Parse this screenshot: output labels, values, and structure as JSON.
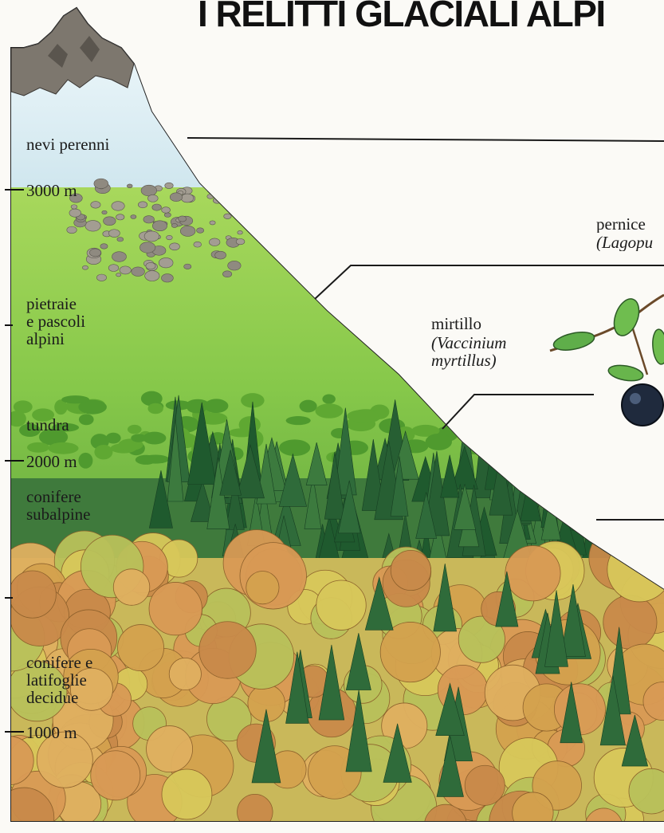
{
  "title": "I RELITTI GLACIALI ALPI",
  "zones": {
    "snow": "nevi perenni",
    "alt3000": "3000 m",
    "rocks": "pietraie\ne pascoli\nalpini",
    "tundra": "tundra",
    "alt2000": "2000 m",
    "subalpine": "conifere\nsubalpine",
    "deciduous": "conifere e\nlatifoglie\ndecidue",
    "alt1000": "1000 m"
  },
  "callouts": {
    "bilberry_common": "mirtillo",
    "bilberry_scientific": "(Vaccinium\nmyrtillus)",
    "ptarmigan_common": "pernice",
    "ptarmigan_scientific": "(Lagopu"
  },
  "colors": {
    "snow": "#dceef4",
    "meadow": "#8fd14a",
    "meadow_dark": "#5fa832",
    "conifer": "#2f6b3a",
    "deciduous_orange": "#d99a55",
    "deciduous_yellow": "#d8c85a",
    "rock": "#8f8a80",
    "leader_line": "#1a1a1a"
  }
}
